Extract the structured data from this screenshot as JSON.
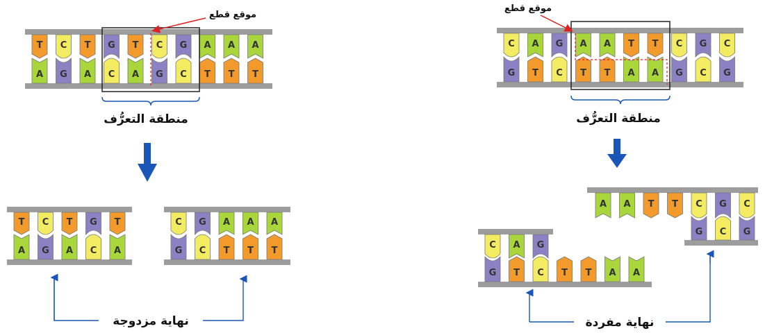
{
  "colors": {
    "A": "#a8d63b",
    "T": "#f39a2c",
    "G": "#8c82c3",
    "C": "#f3ec63",
    "backbone": "#9d9d9d",
    "cut": "#e02020",
    "arrow": "#1a56b8",
    "bracket": "#1a56b8",
    "box": "#222222"
  },
  "left": {
    "cut_label": "موقع قطع",
    "recognition_label": "منطقة التعرُّف",
    "result_label": "نهاية مزدوجة",
    "top_strand": [
      "T",
      "C",
      "T",
      "G",
      "T",
      "C",
      "G",
      "A",
      "A",
      "A"
    ],
    "bottom_strand": [
      "A",
      "G",
      "A",
      "C",
      "A",
      "G",
      "C",
      "T",
      "T",
      "T"
    ],
    "fragment_left": {
      "top": [
        "T",
        "C",
        "T",
        "G",
        "T"
      ],
      "bottom": [
        "A",
        "G",
        "A",
        "C",
        "A"
      ]
    },
    "fragment_right": {
      "top": [
        "C",
        "G",
        "A",
        "A",
        "A"
      ],
      "bottom": [
        "G",
        "C",
        "T",
        "T",
        "T"
      ]
    }
  },
  "right": {
    "cut_label": "موقع قطع",
    "recognition_label": "منطقة التعرُّف",
    "result_label": "نهاية مفردة",
    "top_strand": [
      "C",
      "A",
      "G",
      "A",
      "A",
      "T",
      "T",
      "C",
      "G",
      "C"
    ],
    "bottom_strand": [
      "G",
      "T",
      "C",
      "T",
      "T",
      "A",
      "A",
      "G",
      "C",
      "G"
    ],
    "fragment_lower": {
      "top": [
        "C",
        "A",
        "G"
      ],
      "bottom": [
        "G",
        "T",
        "C",
        "T",
        "T",
        "A",
        "A"
      ]
    },
    "fragment_upper": {
      "top": [
        "A",
        "A",
        "T",
        "T",
        "C",
        "G",
        "C"
      ],
      "bottom": [
        "G",
        "C",
        "G"
      ]
    }
  }
}
